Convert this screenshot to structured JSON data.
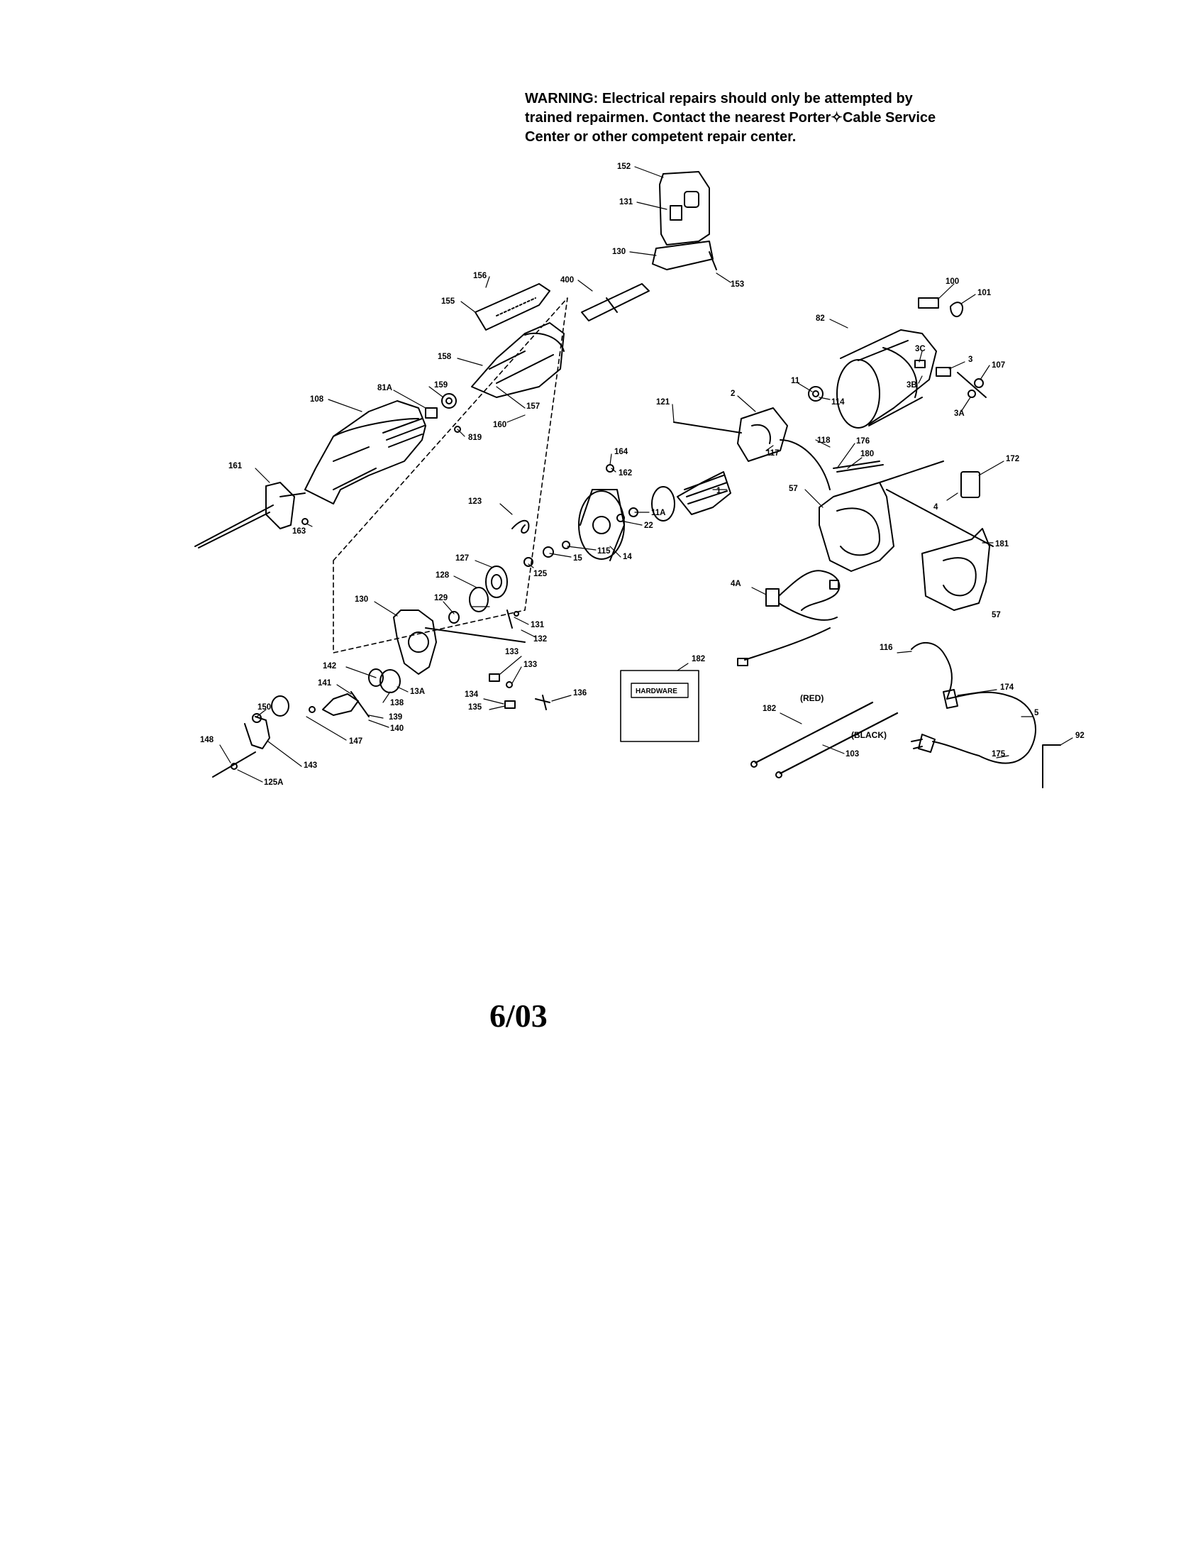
{
  "warning_lines": [
    "WARNING:  Electrical repairs should only be attempted by",
    "trained repairmen.  Contact the nearest Porter✧Cable Service",
    "Center or other competent repair center."
  ],
  "part_labels": [
    "152",
    "131",
    "130",
    "153",
    "400",
    "156",
    "155",
    "158",
    "100",
    "101",
    "82",
    "3C",
    "3",
    "107",
    "159",
    "81A",
    "157",
    "108",
    "819",
    "160",
    "11",
    "114",
    "3B",
    "3A",
    "121",
    "2",
    "118",
    "176",
    "180",
    "117",
    "164",
    "162",
    "172",
    "161",
    "1",
    "123",
    "11A",
    "22",
    "57",
    "181",
    "4",
    "163",
    "127",
    "125",
    "15",
    "115",
    "14",
    "57",
    "128",
    "129",
    "130",
    "131",
    "132",
    "133",
    "4A",
    "133",
    "182",
    "142",
    "134",
    "135",
    "136",
    "138",
    "141",
    "13A",
    "139",
    "140",
    "116",
    "174",
    "5",
    "150",
    "147",
    "143",
    "148",
    "125A",
    "182",
    "103",
    "175",
    "92"
  ],
  "hardware_box_label": "HARDWARE",
  "wire_labels": [
    "(RED)",
    "(BLACK)"
  ],
  "footer_date": "6/03"
}
